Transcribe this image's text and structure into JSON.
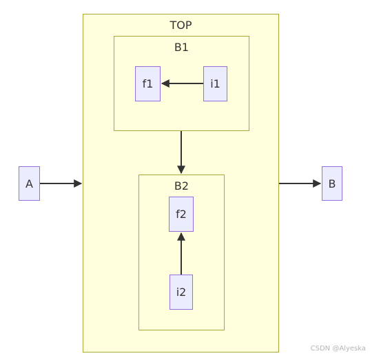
{
  "diagram": {
    "subgraphs": {
      "top": "TOP",
      "b1": "B1",
      "b2": "B2"
    },
    "nodes": {
      "a": "A",
      "b": "B",
      "f1": "f1",
      "i1": "i1",
      "f2": "f2",
      "i2": "i2"
    },
    "edges": [
      {
        "from": "A",
        "to": "TOP"
      },
      {
        "from": "TOP",
        "to": "B"
      },
      {
        "from": "i1",
        "to": "f1"
      },
      {
        "from": "B1",
        "to": "B2"
      },
      {
        "from": "i2",
        "to": "f2"
      }
    ],
    "colors": {
      "node_fill": "#ececff",
      "node_stroke": "#9370db",
      "cluster_fill": "#ffffde",
      "cluster_stroke": "#aaaa33",
      "edge": "#333333"
    }
  },
  "watermark": "CSDN @Alyeska"
}
